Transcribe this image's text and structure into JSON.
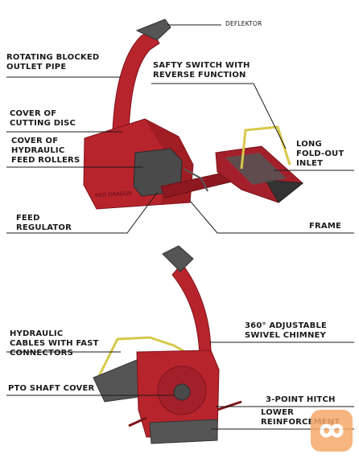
{
  "colors": {
    "machine_red": "#b8242c",
    "machine_dark_red": "#7e141b",
    "dark_gray": "#4a4a4a",
    "hose_yellow": "#d8c84a",
    "leader_line": "#1a1a1a",
    "watermark_orange": "#f6a96b"
  },
  "brand_text": "RED DRAGON",
  "top_diagram": {
    "deflektor": "DEFLEKTOR",
    "outlet_pipe": [
      "ROTATING BLOCKED",
      "OUTLET PIPE"
    ],
    "safety_switch": [
      "SAFTY SWITCH WITH",
      "REVERSE FUNCTION"
    ],
    "cutting_disc": [
      "COVER OF",
      "CUTTING DISC"
    ],
    "feed_rollers": [
      "COVER OF",
      "HYDRAULIC",
      "FEED ROLLERS"
    ],
    "inlet": [
      "LONG",
      "FOLD-OUT",
      "INLET"
    ],
    "feed_regulator": [
      "FEED",
      "REGULATOR"
    ],
    "frame": "FRAME"
  },
  "bottom_diagram": {
    "hydraulic_cables": [
      "HYDRAULIC",
      "CABLES WITH FAST",
      "CONNECTORS"
    ],
    "chimney": [
      "360° ADJUSTABLE",
      "SWIVEL CHIMNEY"
    ],
    "pto_cover": "PTO SHAFT COVER",
    "hitch": "3-POINT HITCH",
    "reinforcement": [
      "LOWER",
      "REINFORCEMENT"
    ]
  },
  "watermark_icon": "infinity-logo-icon"
}
